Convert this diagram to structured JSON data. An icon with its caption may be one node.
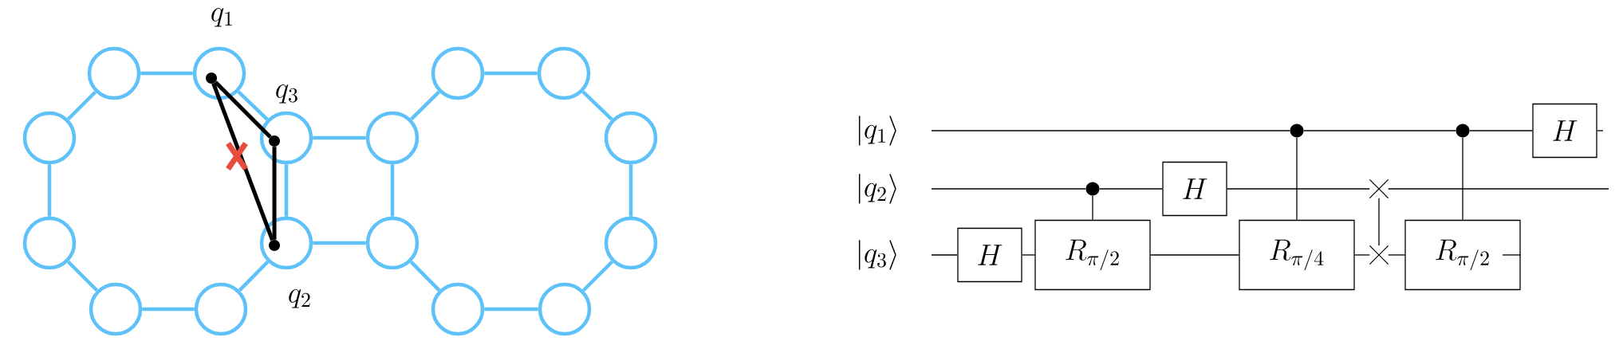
{
  "diagram": {
    "nodes": [
      {
        "text": [],
        "shape": "circle"
      },
      {
        "text": [],
        "shape": "circle",
        "beside": [
          "q_1"
        ]
      },
      {
        "text": [],
        "shape": "circle"
      },
      {
        "text": [],
        "shape": "circle"
      },
      {
        "text": [],
        "shape": "circle"
      },
      {
        "text": [],
        "shape": "circle",
        "beside": [
          "q_3"
        ]
      },
      {
        "text": [],
        "shape": "circle"
      },
      {
        "text": [],
        "shape": "circle"
      },
      {
        "text": [],
        "shape": "circle"
      },
      {
        "text": [],
        "shape": "circle",
        "beside": [
          "q_2"
        ]
      },
      {
        "text": [],
        "shape": "circle"
      },
      {
        "text": [],
        "shape": "circle"
      },
      {
        "text": [],
        "shape": "circle"
      },
      {
        "text": [],
        "shape": "circle"
      },
      {
        "text": [],
        "shape": "circle"
      },
      {
        "text": [],
        "shape": "circle"
      },
      {
        "text": [],
        "shape": "dot",
        "in": 1
      },
      {
        "text": [],
        "shape": "dot",
        "in": 5
      },
      {
        "text": [],
        "shape": "dot",
        "in": 9
      },
      {
        "text": [
          "|q_1\\rangle"
        ]
      },
      {
        "text": [
          "|q_2\\rangle"
        ]
      },
      {
        "text": [
          "|q_3\\rangle"
        ]
      },
      {
        "text": [
          "H"
        ]
      },
      {
        "text": [
          "R_{\\pi/2}"
        ]
      },
      {
        "text": [],
        "shape": "dot"
      },
      {
        "text": [
          "H"
        ]
      },
      {
        "text": [
          "R_{\\pi/4}"
        ]
      },
      {
        "text": [],
        "shape": "dot"
      },
      {
        "text": [],
        "shape": "cross"
      },
      {
        "text": [],
        "shape": "cross"
      },
      {
        "text": [
          "R_{\\pi/2}"
        ]
      },
      {
        "text": [],
        "shape": "dot"
      },
      {
        "text": [
          "H"
        ]
      }
    ],
    "edges": [
      {
        "from": 0,
        "to": 1,
        "arrow": "none",
        "color": "#5ec2f9"
      },
      {
        "from": 1,
        "to": 5,
        "arrow": "none",
        "color": "#5ec2f9"
      },
      {
        "from": 5,
        "to": 9,
        "arrow": "none",
        "color": "#5ec2f9"
      },
      {
        "from": 9,
        "to": 13,
        "arrow": "none",
        "color": "#5ec2f9"
      },
      {
        "from": 13,
        "to": 12,
        "arrow": "none",
        "color": "#5ec2f9"
      },
      {
        "from": 12,
        "to": 8,
        "arrow": "none",
        "color": "#5ec2f9"
      },
      {
        "from": 8,
        "to": 4,
        "arrow": "none",
        "color": "#5ec2f9"
      },
      {
        "from": 4,
        "to": 0,
        "arrow": "none",
        "color": "#5ec2f9"
      },
      {
        "from": 6,
        "to": 2,
        "arrow": "none",
        "color": "#5ec2f9"
      },
      {
        "from": 2,
        "to": 3,
        "arrow": "none",
        "color": "#5ec2f9"
      },
      {
        "from": 3,
        "to": 7,
        "arrow": "none",
        "color": "#5ec2f9"
      },
      {
        "from": 7,
        "to": 11,
        "arrow": "none",
        "color": "#5ec2f9"
      },
      {
        "from": 11,
        "to": 15,
        "arrow": "none",
        "color": "#5ec2f9"
      },
      {
        "from": 15,
        "to": 14,
        "arrow": "none",
        "color": "#5ec2f9"
      },
      {
        "from": 14,
        "to": 10,
        "arrow": "none",
        "color": "#5ec2f9"
      },
      {
        "from": 10,
        "to": 6,
        "arrow": "none",
        "color": "#5ec2f9"
      },
      {
        "from": 5,
        "to": 6,
        "arrow": "none",
        "color": "#5ec2f9"
      },
      {
        "from": 9,
        "to": 10,
        "arrow": "none",
        "color": "#5ec2f9"
      },
      {
        "from": 16,
        "to": 17,
        "arrow": "none"
      },
      {
        "from": 17,
        "to": 18,
        "arrow": "none"
      },
      {
        "from": 16,
        "to": 18,
        "arrow": "none"
      },
      {
        "from": 19,
        "to": 27,
        "arrow": "none"
      },
      {
        "from": 27,
        "to": 31,
        "arrow": "none"
      },
      {
        "from": 31,
        "to": 32,
        "arrow": "none"
      },
      {
        "from": 32,
        "to": null,
        "arrow": "none"
      },
      {
        "from": 20,
        "to": 24,
        "arrow": "none"
      },
      {
        "from": 24,
        "to": 25,
        "arrow": "none"
      },
      {
        "from": 25,
        "to": 28,
        "arrow": "none"
      },
      {
        "from": 28,
        "to": null,
        "arrow": "none"
      },
      {
        "from": 21,
        "to": 22,
        "arrow": "none"
      },
      {
        "from": 22,
        "to": 23,
        "arrow": "none"
      },
      {
        "from": 23,
        "to": 26,
        "arrow": "none"
      },
      {
        "from": 26,
        "to": 29,
        "arrow": "none"
      },
      {
        "from": 29,
        "to": 30,
        "arrow": "none"
      },
      {
        "from": 30,
        "to": null,
        "arrow": "none"
      },
      {
        "from": 24,
        "to": 23,
        "arrow": "none"
      },
      {
        "from": 27,
        "to": 26,
        "arrow": "none"
      },
      {
        "from": 28,
        "to": 29,
        "arrow": "none"
      },
      {
        "from": 31,
        "to": 30,
        "arrow": "none"
      }
    ]
  }
}
